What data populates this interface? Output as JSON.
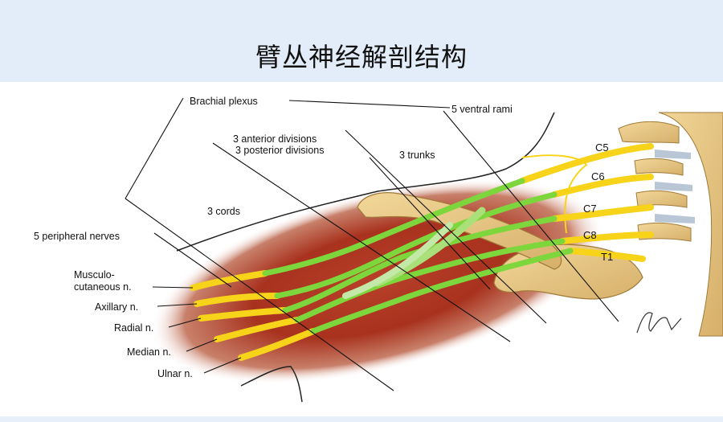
{
  "slide": {
    "title": "臂丛神经解剖结构"
  },
  "diagram": {
    "labels": {
      "brachial_plexus": "Brachial plexus",
      "ventral_rami": "5 ventral rami",
      "anterior_divisions": "3 anterior divisions",
      "posterior_divisions": "3 posterior divisions",
      "trunks": "3 trunks",
      "cords": "3 cords",
      "peripheral_nerves": "5 peripheral nerves",
      "musculo": "Musculo-",
      "cutaneous": "cutaneous n.",
      "axillary": "Axillary n.",
      "radial": "Radial n.",
      "median": "Median n.",
      "ulnar": "Ulnar n."
    },
    "roots": {
      "c5": "C5",
      "c6": "C6",
      "c7": "C7",
      "c8": "C8",
      "t1": "T1"
    },
    "colors": {
      "nerve_root": "#f7d31a",
      "nerve_green": "#7dd63c",
      "bone": "#e8c784",
      "muscle_red": "#a8321e",
      "line": "#111111"
    }
  }
}
